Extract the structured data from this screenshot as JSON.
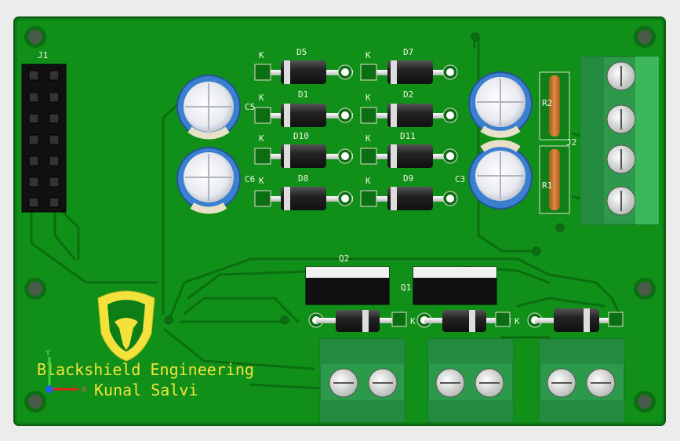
{
  "board": {
    "brand_line1": "Blackshield Engineering",
    "brand_line2": "Kunal Salvi",
    "axis_y": "Y",
    "axis_x": "X"
  },
  "labels": {
    "j1": "J1",
    "d5": "D5",
    "d7": "D7",
    "d1": "D1",
    "d2": "D2",
    "d10": "D10",
    "d11": "D11",
    "d8": "D8",
    "d9": "D9",
    "q2": "Q2",
    "q1": "Q1",
    "c5": "C5",
    "c6": "C6",
    "c3": "C3",
    "r2": "R2",
    "r1": "R1",
    "j2": "J2",
    "k": "K"
  },
  "colors": {
    "board": "#0f8a18",
    "trace": "#0a7010",
    "capacitor_sleeve": "#3a7fd0",
    "terminal_block": "#2c9a4a",
    "silkscreen": "#f2f2e0",
    "logo": "#f3e23c"
  }
}
